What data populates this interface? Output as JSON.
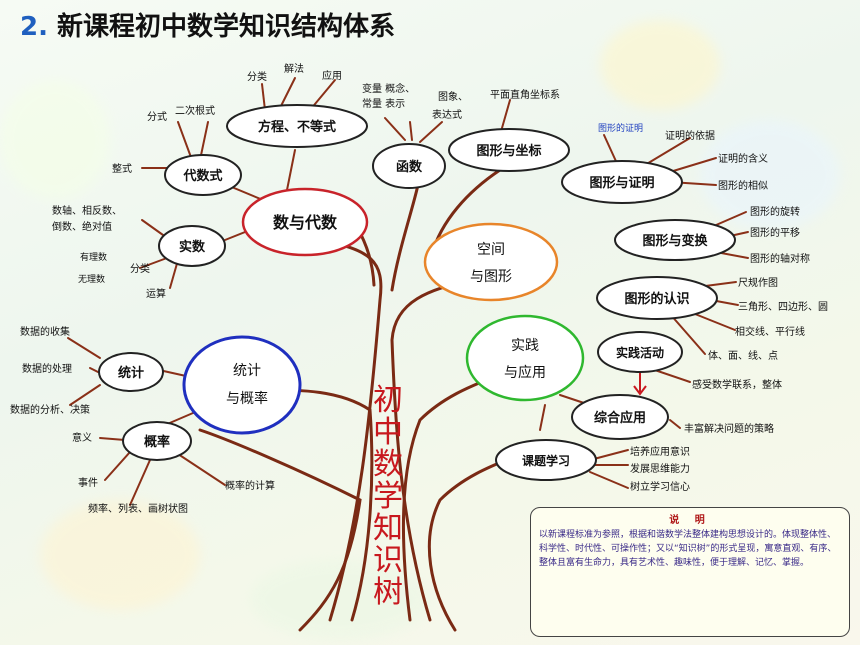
{
  "title": {
    "number": "2.",
    "text": "新课程初中数学知识结构体系"
  },
  "trunk_label": [
    "初",
    "中",
    "数",
    "学",
    "知",
    "识",
    "树"
  ],
  "nodes": {
    "num_algebra": "数与代数",
    "equations": "方程、不等式",
    "algebraic": "代数式",
    "real": "实数",
    "function": "函数",
    "graph_coord": "图形与坐标",
    "space": [
      "空间",
      "与图形"
    ],
    "proof": "图形与证明",
    "transform": "图形与变换",
    "recognition": "图形的认识",
    "practice": [
      "实践",
      "与应用"
    ],
    "activity": "实践活动",
    "comprehensive": "综合应用",
    "project": "课题学习",
    "stats": [
      "统计",
      "与概率"
    ],
    "statistics": "统计",
    "probability": "概率"
  },
  "leaves": {
    "fenlei": "分类",
    "jiefa": "解法",
    "yingyong": "应用",
    "fenshi": "分式",
    "ercigenshi": "二次根式",
    "zhengshi": "整式",
    "shuzhou": "数轴、相反数、",
    "daoshu": "倒数、绝对值",
    "youlishu": "有理数",
    "wulishu": "无理数",
    "fenlei2": "分类",
    "yunsuan": "运算",
    "bianliang": "变量  概念、",
    "changliang": "常量  表示",
    "tuxiang": "图象、",
    "biaodashi": "表达式",
    "pingmian": "平面直角坐标系",
    "tuxing_zhengming": "图形的证明",
    "zhengming_yiju": "证明的依据",
    "zhengming_hanyi": "证明的含义",
    "tuxing_xiangsi": "图形的相似",
    "xuanzhuan": "图形的旋转",
    "pingyi": "图形的平移",
    "zhoudui": "图形的轴对称",
    "chigui": "尺规作图",
    "sanjiao": "三角形、四边形、圆",
    "xiangjiao": "相交线、平行线",
    "timian": "体、面、线、点",
    "ganshou": "感受数学联系，整体",
    "fengfu": "丰富解决问题的策略",
    "peiyang": "培养应用意识",
    "fazhan": "发展思维能力",
    "shuli": "树立学习信心",
    "shouji": "数据的收集",
    "chuli": "数据的处理",
    "fenxi": "数据的分析、决策",
    "yiyi": "意义",
    "shijian": "事件",
    "pinlv": "频率、列表、画树状图",
    "gailv_jisuan": "概率的计算"
  },
  "note": {
    "heading": "说  明",
    "body": "以新课程标准为参照，根据和谐数学法整体建构思想设计的。体现整体性、科学性、时代性、可操作性；又以“知识树”的形式呈现，寓意直观、有序、整体且富有生命力，具有艺术性、趣味性，便于理解、记忆、掌握。"
  },
  "colors": {
    "ellipse_stroke": "#222",
    "branch": "#7a2a14",
    "twig": "#8a3018",
    "red_ellipse": "#c8232a",
    "blue_ellipse": "#1f2fbf",
    "green_ellipse": "#2fb82f",
    "orange_ellipse": "#e8852a",
    "trunk_text": "#c8181e"
  }
}
